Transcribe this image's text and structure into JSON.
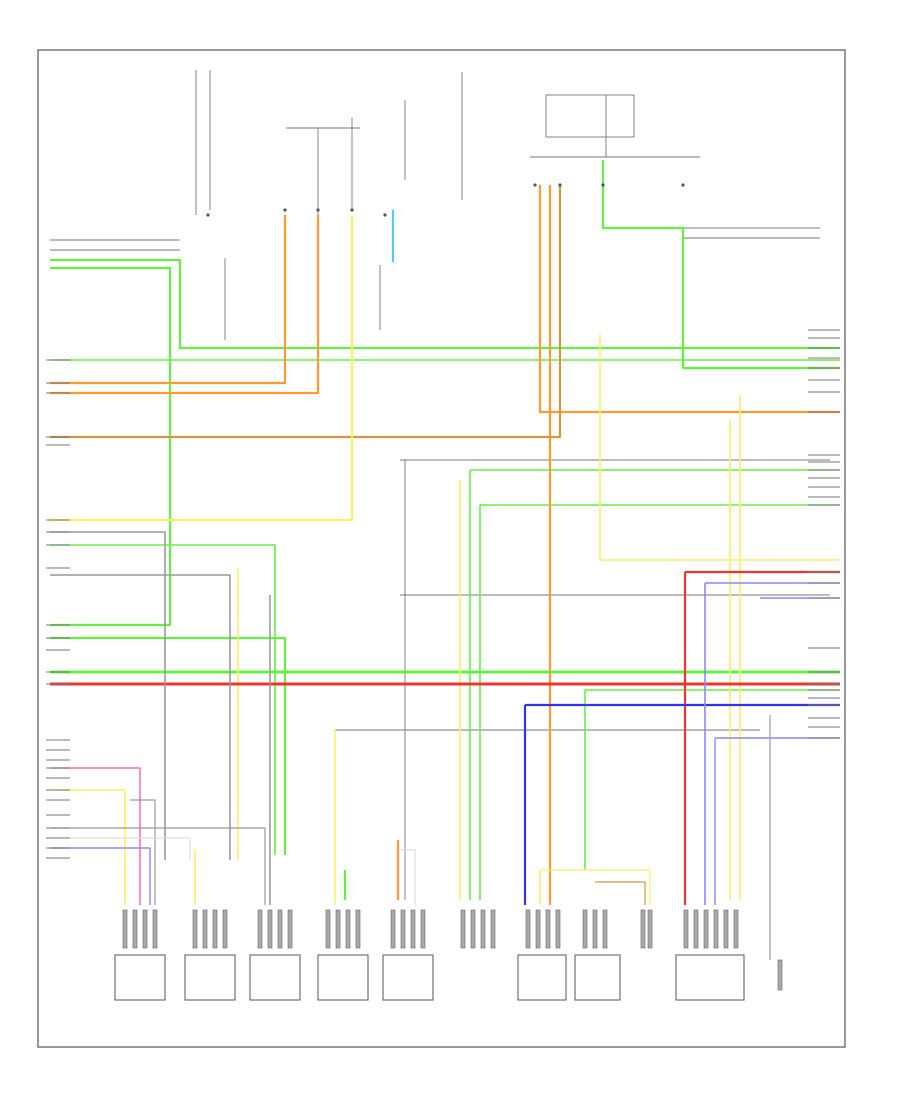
{
  "diagram": {
    "footer_code": "",
    "wire_colors": {
      "green": "#66ee44",
      "orange": "#ff9933",
      "yellow": "#ffee66",
      "red": "#ee3333",
      "blue": "#3333ee",
      "violet": "#8888ff",
      "gray": "#999999",
      "pink": "#ee77bb",
      "cyan": "#55ccee",
      "olive": "#cc9944",
      "light": "#dddddd",
      "frame": "#555555"
    },
    "bottom_components": [
      {
        "id": "c1",
        "label": ""
      },
      {
        "id": "c2",
        "label": ""
      },
      {
        "id": "c3",
        "label": ""
      },
      {
        "id": "c4",
        "label": ""
      },
      {
        "id": "c5",
        "label": ""
      },
      {
        "id": "c6",
        "label": ""
      },
      {
        "id": "c7",
        "label": ""
      },
      {
        "id": "c8",
        "label": ""
      },
      {
        "id": "c9",
        "label": ""
      },
      {
        "id": "c10",
        "label": ""
      }
    ],
    "top_labels": [
      {
        "id": "t1",
        "label": ""
      },
      {
        "id": "t2",
        "label": ""
      },
      {
        "id": "t3",
        "label": ""
      },
      {
        "id": "t4",
        "label": ""
      },
      {
        "id": "t5",
        "label": ""
      },
      {
        "id": "t6",
        "label": ""
      }
    ]
  }
}
